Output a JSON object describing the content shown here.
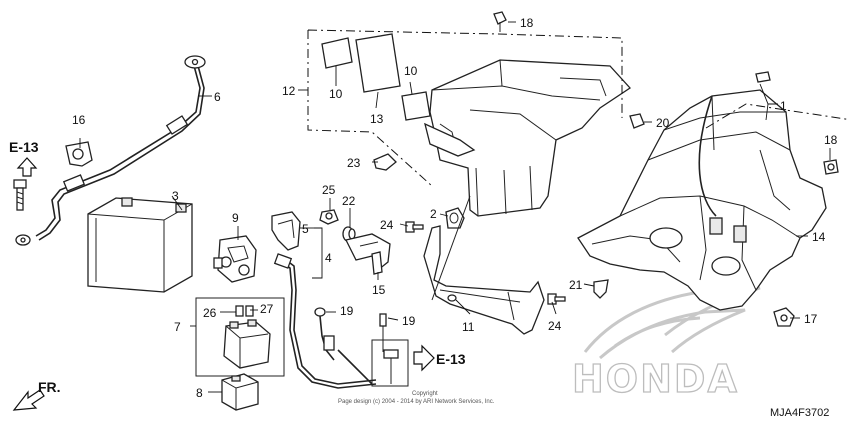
{
  "callouts": {
    "c1": "1",
    "c2": "2",
    "c3": "3",
    "c4": "4",
    "c5": "5",
    "c6": "6",
    "c7": "7",
    "c8": "8",
    "c9": "9",
    "c10a": "10",
    "c10b": "10",
    "c11": "11",
    "c12": "12",
    "c13": "13",
    "c14": "14",
    "c15": "15",
    "c16": "16",
    "c17": "17",
    "c18a": "18",
    "c18b": "18",
    "c19a": "19",
    "c19b": "19",
    "c20": "20",
    "c21": "21",
    "c22": "22",
    "c23": "23",
    "c24a": "24",
    "c24b": "24",
    "c25": "25",
    "c26": "26",
    "c27": "27"
  },
  "references": {
    "e13_top": "E-13",
    "e13_right": "E-13"
  },
  "front_marker": "FR.",
  "watermark": "HONDA",
  "copyright": {
    "line1": "Copyright",
    "line2": "Page design (c) 2004 - 2014 by ARI Network Services, Inc."
  },
  "diagram_code": "MJA4F3702"
}
